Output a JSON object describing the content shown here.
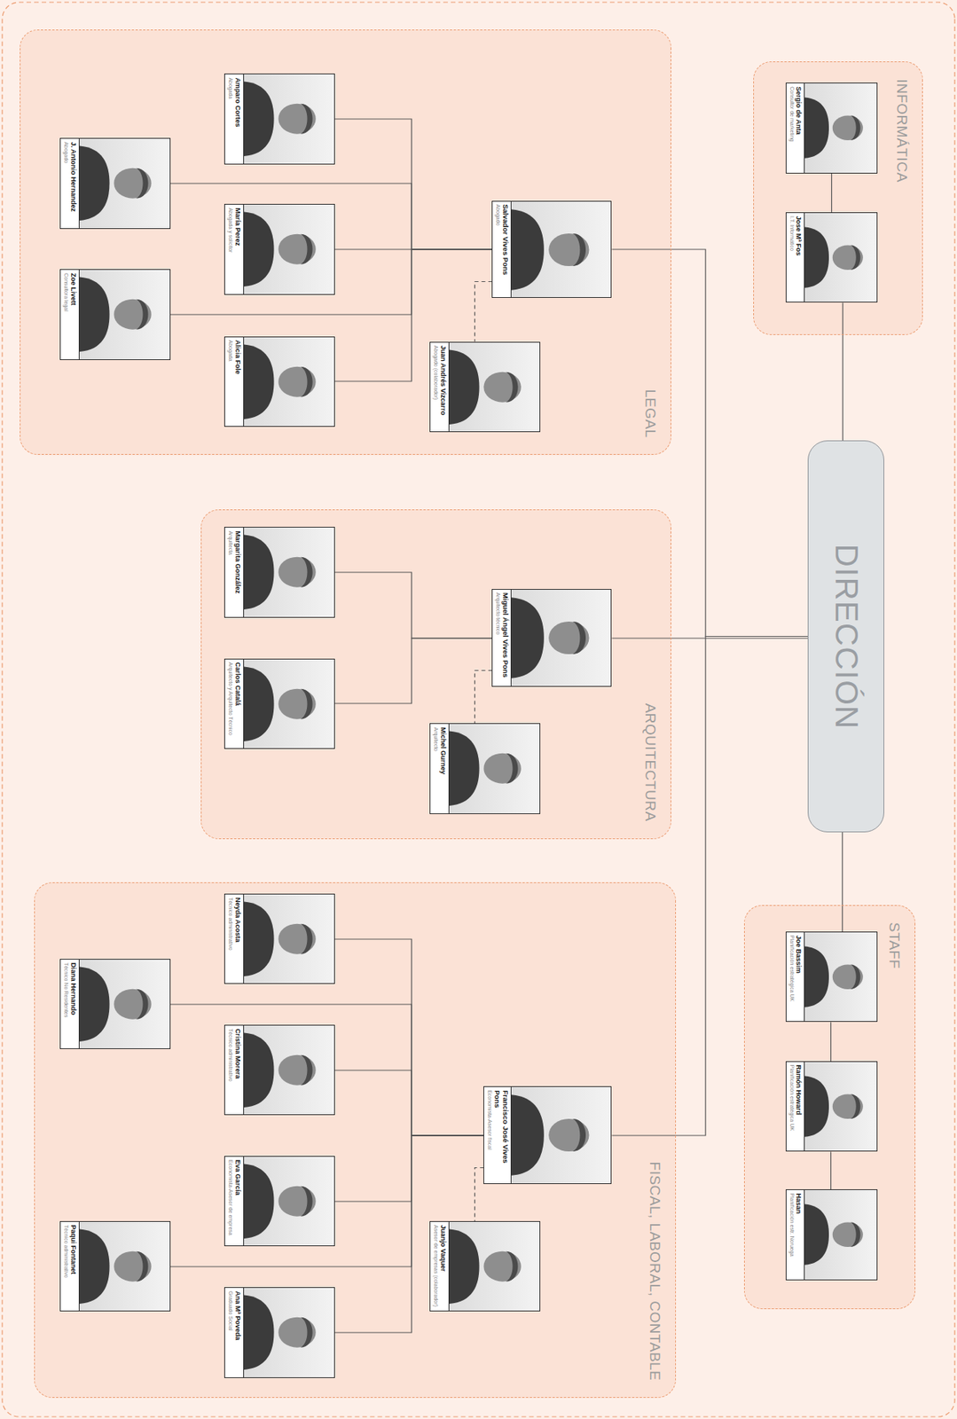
{
  "diagram": {
    "nodes": [
      {
        "text": [
          "INFORMÁTICA"
        ]
      },
      {
        "text": [
          "Sergio de Anta",
          "Consultor de marketing"
        ],
        "in": 0
      },
      {
        "text": [
          "Jose Mª Fos",
          "I.T. Informático"
        ],
        "in": 0
      },
      {
        "text": [
          "DIRECCIÓN"
        ]
      },
      {
        "text": [
          "STAFF"
        ]
      },
      {
        "text": [
          "Joe Bassim",
          "Planificación estratégica UK"
        ],
        "in": 4
      },
      {
        "text": [
          "Ramón Howard",
          "Planificación estratégica UK"
        ],
        "in": 4
      },
      {
        "text": [
          "Hasan",
          "Planificación estr. Noruega"
        ],
        "in": 4
      },
      {
        "text": [
          "LEGAL"
        ]
      },
      {
        "text": [
          "Salvador Vives Pons",
          "Abogado"
        ],
        "in": 8
      },
      {
        "text": [
          "Amparo Cortes",
          "Abogada"
        ],
        "in": 8
      },
      {
        "text": [
          "María Perez",
          "Abogada y solicitor"
        ],
        "in": 8
      },
      {
        "text": [
          "Alicia Fole",
          "Abogada"
        ],
        "in": 8
      },
      {
        "text": [
          "J. Antonio Hernandez",
          "Abogado"
        ],
        "in": 8
      },
      {
        "text": [
          "Zoe Livett",
          "Consultora legal"
        ],
        "in": 8
      },
      {
        "text": [
          "Juan Andrés Vizcarro",
          "Abogado (colaborador)"
        ],
        "in": 8
      },
      {
        "text": [
          "ARQUITECTURA"
        ]
      },
      {
        "text": [
          "Miguel Ángel Vives Pons",
          "Arquitecto técnico"
        ],
        "in": 16
      },
      {
        "text": [
          "Margarita González",
          "Arquitecta"
        ],
        "in": 16
      },
      {
        "text": [
          "Carlos Catalá",
          "Arquitecto y Arquitecto Técnico"
        ],
        "in": 16
      },
      {
        "text": [
          "Michel Gurney",
          "Arquitecto"
        ],
        "in": 16
      },
      {
        "text": [
          "FISCAL, LABORAL, CONTABLE"
        ]
      },
      {
        "text": [
          "Francisco José Vives Pons",
          "Economista-Asesor fiscal"
        ],
        "in": 21
      },
      {
        "text": [
          "Neyda Acosta",
          "Técnico administrativo"
        ],
        "in": 21
      },
      {
        "text": [
          "Cristina Morera",
          "Técnico administrativo"
        ],
        "in": 21
      },
      {
        "text": [
          "Eva García",
          "Economista-Asesor de empresa"
        ],
        "in": 21
      },
      {
        "text": [
          "Ana Mª Poveda",
          "Graduado Social"
        ],
        "in": 21
      },
      {
        "text": [
          "Diana Hernando",
          "Técnico No Residentes"
        ],
        "in": 21
      },
      {
        "text": [
          "Paqui Fontanet",
          "Técnico administrativo"
        ],
        "in": 21
      },
      {
        "text": [
          "Juanjo Vaquer",
          "Asesor de empresas (colaborador)"
        ],
        "in": 21
      }
    ],
    "edges": [
      {
        "from": 1,
        "to": 2,
        "arrow": "none"
      },
      {
        "from": 2,
        "to": 3,
        "arrow": "none"
      },
      {
        "from": 3,
        "to": 5,
        "arrow": "none"
      },
      {
        "from": 5,
        "to": 6,
        "arrow": "none"
      },
      {
        "from": 6,
        "to": 7,
        "arrow": "none"
      },
      {
        "from": 3,
        "to": 9,
        "arrow": "none"
      },
      {
        "from": 3,
        "to": 17,
        "arrow": "none"
      },
      {
        "from": 3,
        "to": 22,
        "arrow": "none"
      },
      {
        "from": 9,
        "to": 10,
        "arrow": "none"
      },
      {
        "from": 9,
        "to": 11,
        "arrow": "none"
      },
      {
        "from": 9,
        "to": 12,
        "arrow": "none"
      },
      {
        "from": 9,
        "to": 13,
        "arrow": "none"
      },
      {
        "from": 9,
        "to": 14,
        "arrow": "none"
      },
      {
        "from": 9,
        "to": 15,
        "arrow": "none"
      },
      {
        "from": 17,
        "to": 18,
        "arrow": "none"
      },
      {
        "from": 17,
        "to": 19,
        "arrow": "none"
      },
      {
        "from": 17,
        "to": 20,
        "arrow": "none"
      },
      {
        "from": 22,
        "to": 23,
        "arrow": "none"
      },
      {
        "from": 22,
        "to": 24,
        "arrow": "none"
      },
      {
        "from": 22,
        "to": 25,
        "arrow": "none"
      },
      {
        "from": 22,
        "to": 26,
        "arrow": "none"
      },
      {
        "from": 22,
        "to": 27,
        "arrow": "none"
      },
      {
        "from": 22,
        "to": 28,
        "arrow": "none"
      },
      {
        "from": 22,
        "to": 29,
        "arrow": "none"
      }
    ]
  }
}
